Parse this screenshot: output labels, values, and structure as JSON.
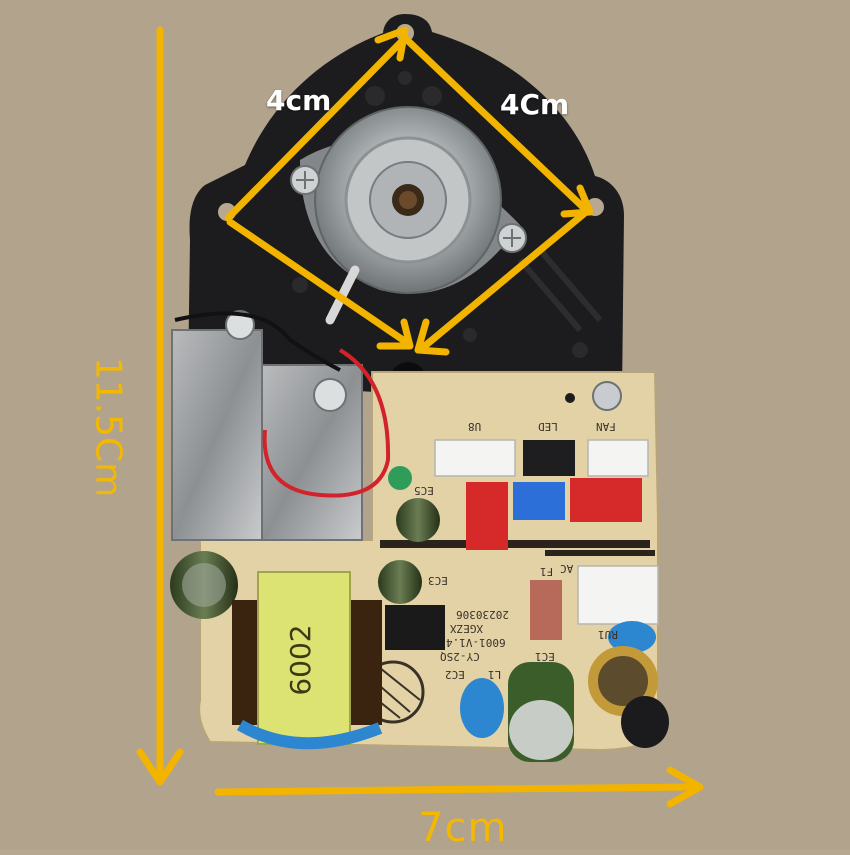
{
  "photo": {
    "colors": {
      "cardboard": "#b7a892",
      "housing": "#1b1b1d",
      "pcb": "#e3d2a6",
      "arrow": "#f3b400",
      "transformer": "#dde372",
      "label_text": "#ffffff"
    }
  },
  "annotations": {
    "top_left_edge": "4cm",
    "top_right_edge": "4Cm",
    "board_width": "7cm",
    "board_height": "11.5Cm"
  },
  "components": {
    "transformer_marking": "6002",
    "pcb_labels": [
      "FAN",
      "LED",
      "U8",
      "AC",
      "F1",
      "EC1",
      "EC2",
      "EC3",
      "EC5",
      "L1",
      "RU1",
      "CY-2SQ",
      "6001-V1.4",
      "XGEZX",
      "20230306"
    ]
  }
}
